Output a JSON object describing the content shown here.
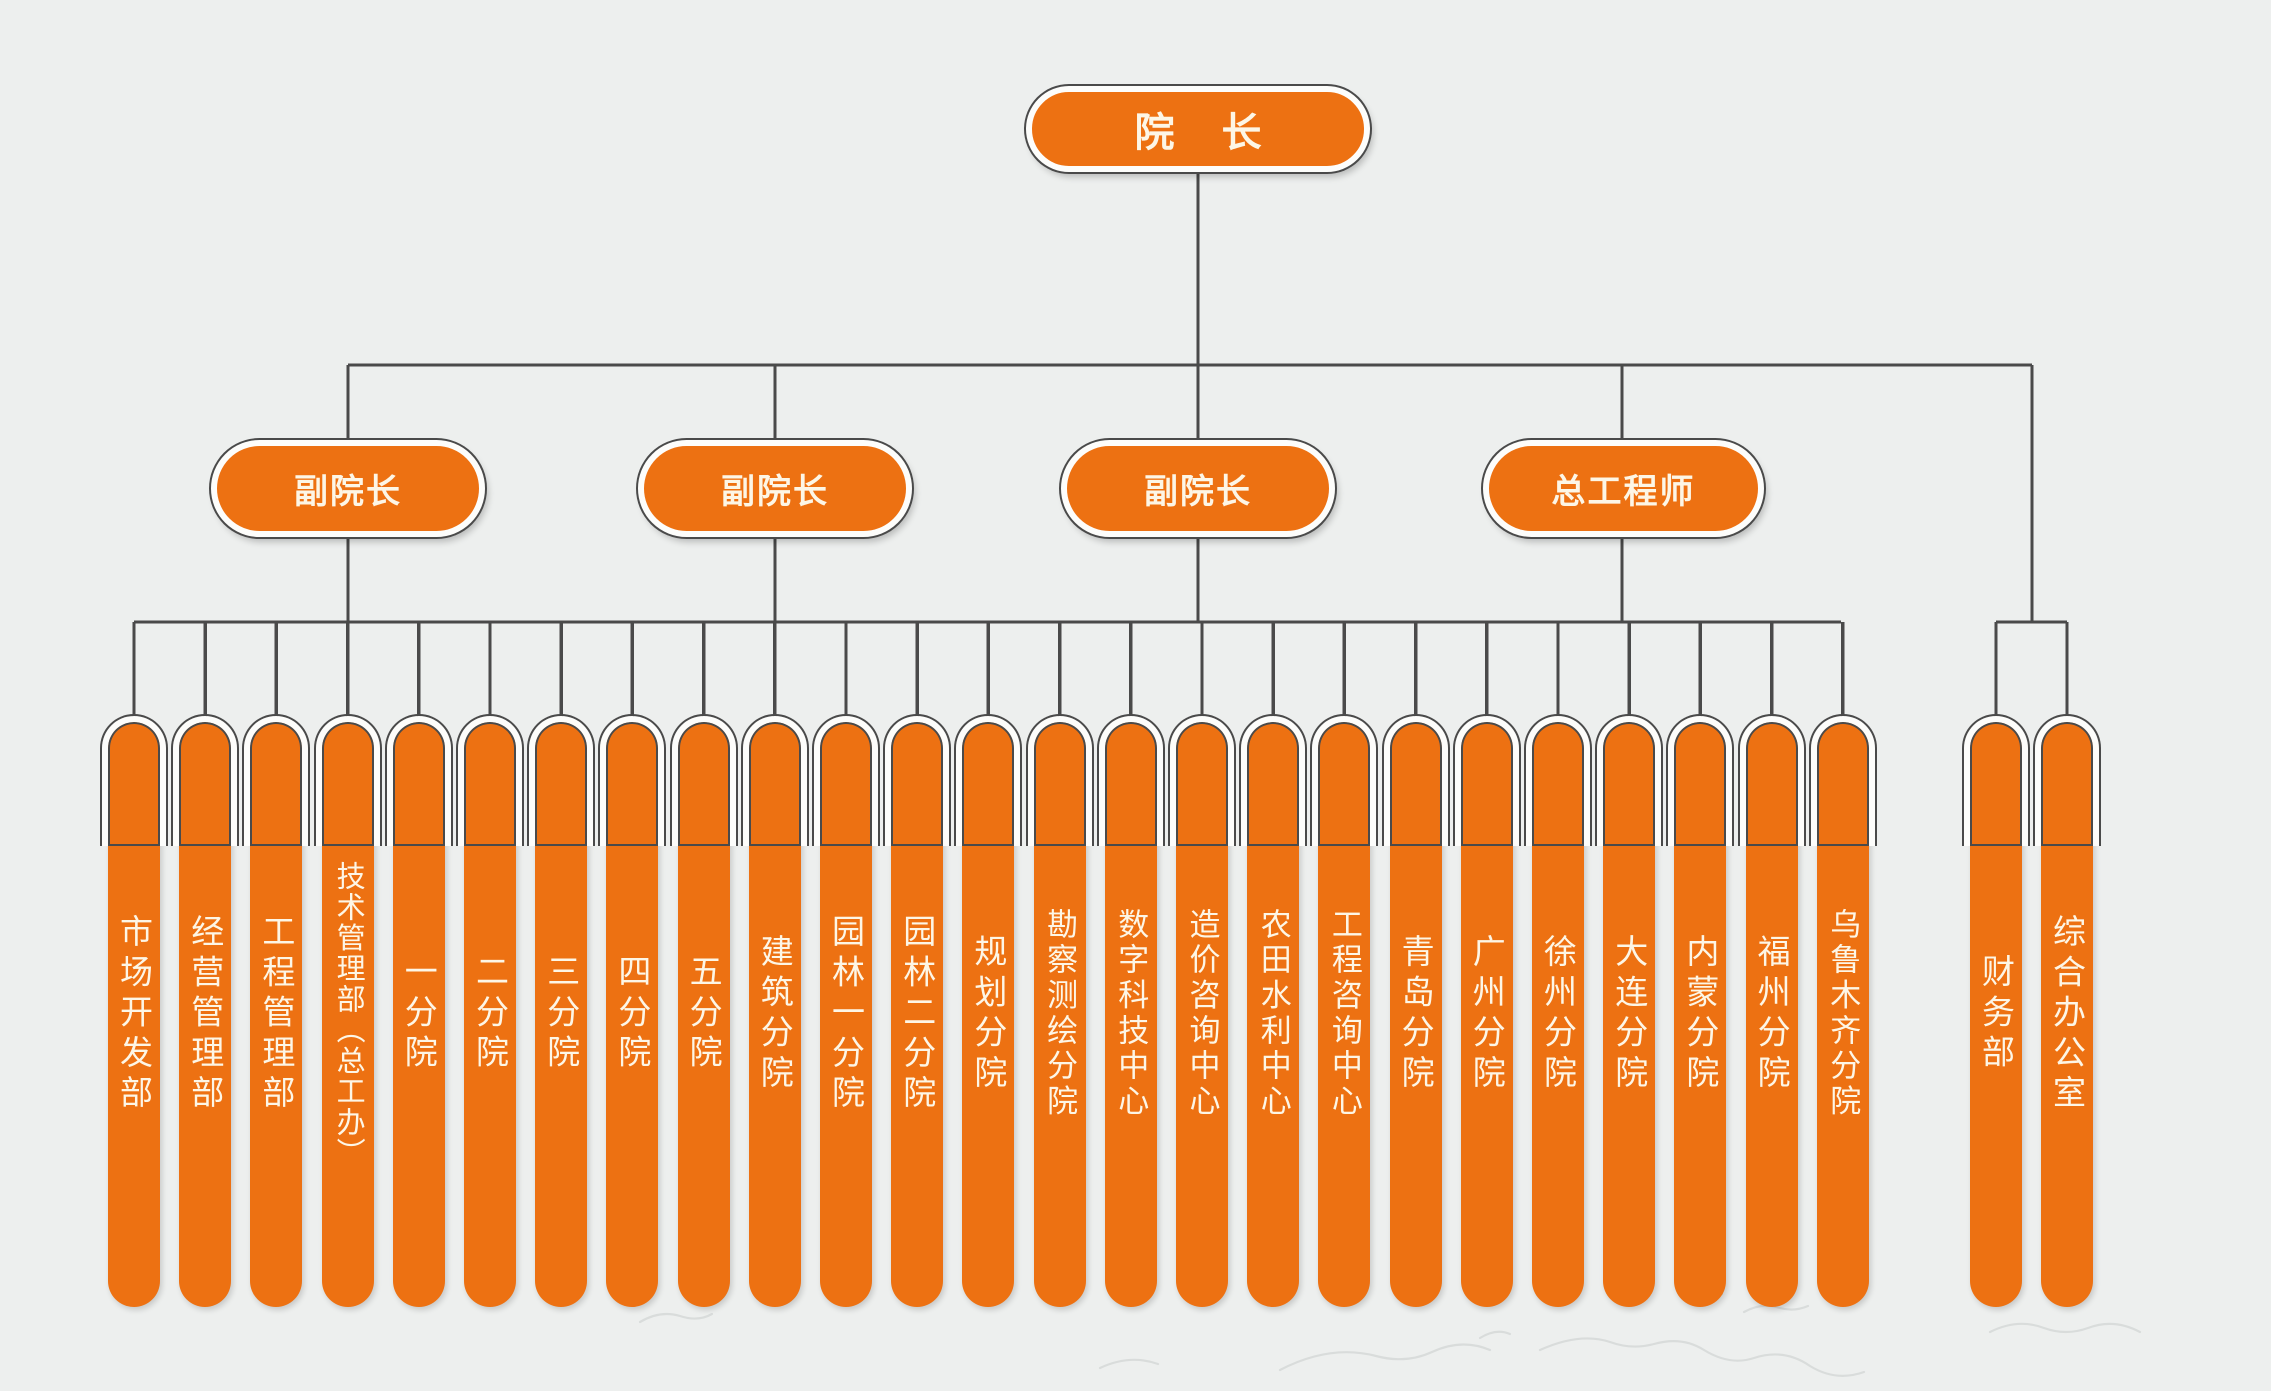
{
  "theme": {
    "background": "#edefee",
    "node_fill": "#ed7112",
    "node_border": "#fdfdfb",
    "node_outline": "#4a4a4a",
    "text_color": "#fdf6e6",
    "connector_color": "#4a4a4a"
  },
  "root": {
    "label": "院  长"
  },
  "level2": [
    {
      "label": "副院长"
    },
    {
      "label": "副院长"
    },
    {
      "label": "副院长"
    },
    {
      "label": "总工程师"
    }
  ],
  "departments": [
    {
      "label": "市场开发部"
    },
    {
      "label": "经营管理部"
    },
    {
      "label": "工程管理部"
    },
    {
      "label": "技术管理部（总工办）"
    },
    {
      "label": "一分院"
    },
    {
      "label": "二分院"
    },
    {
      "label": "三分院"
    },
    {
      "label": "四分院"
    },
    {
      "label": "五分院"
    },
    {
      "label": "建筑分院"
    },
    {
      "label": "园林一分院"
    },
    {
      "label": "园林二分院"
    },
    {
      "label": "规划分院"
    },
    {
      "label": "勘察测绘分院"
    },
    {
      "label": "数字科技中心"
    },
    {
      "label": "造价咨询中心"
    },
    {
      "label": "农田水利中心"
    },
    {
      "label": "工程咨询中心"
    },
    {
      "label": "青岛分院"
    },
    {
      "label": "广州分院"
    },
    {
      "label": "徐州分院"
    },
    {
      "label": "大连分院"
    },
    {
      "label": "内蒙分院"
    },
    {
      "label": "福州分院"
    },
    {
      "label": "乌鲁木齐分院"
    }
  ],
  "right_departments": [
    {
      "label": "财务部"
    },
    {
      "label": "综合办公室"
    }
  ]
}
